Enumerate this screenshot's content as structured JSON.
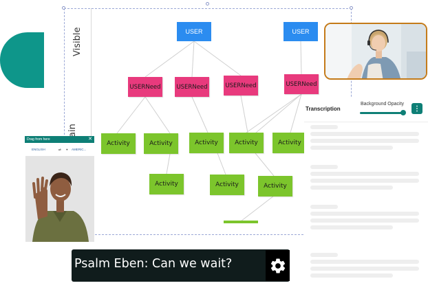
{
  "board": {
    "lane_labels": [
      "Visible",
      "ain"
    ],
    "user_nodes": [
      "USER",
      "USER"
    ],
    "need_nodes": [
      "USER Need",
      "USER Need",
      "USER Need",
      "USER Need"
    ],
    "activity_nodes": [
      "Activity",
      "Activity",
      "Activity",
      "Activity",
      "Activity",
      "Activity",
      "Activity",
      "Activity"
    ]
  },
  "transcription_panel": {
    "title": "Transcription",
    "opacity_label": "Background Opacity",
    "opacity_value": 1.0,
    "menu_icon": "kebab-icon"
  },
  "interpreter": {
    "header": "Drag from here",
    "languages": [
      "ENGLISH",
      "AMERIC..."
    ],
    "swap_icon": "swap-icon",
    "close_icon": "close-icon"
  },
  "caption": {
    "text": "Psalm Eben: Can we wait?",
    "settings_icon": "gear-icon"
  },
  "colors": {
    "user": "#2b8cf0",
    "need": "#e83a7d",
    "activity": "#7cc52c",
    "accent": "#0e7f76",
    "teal_shape": "#0e968a",
    "video_border": "#c47a18"
  }
}
